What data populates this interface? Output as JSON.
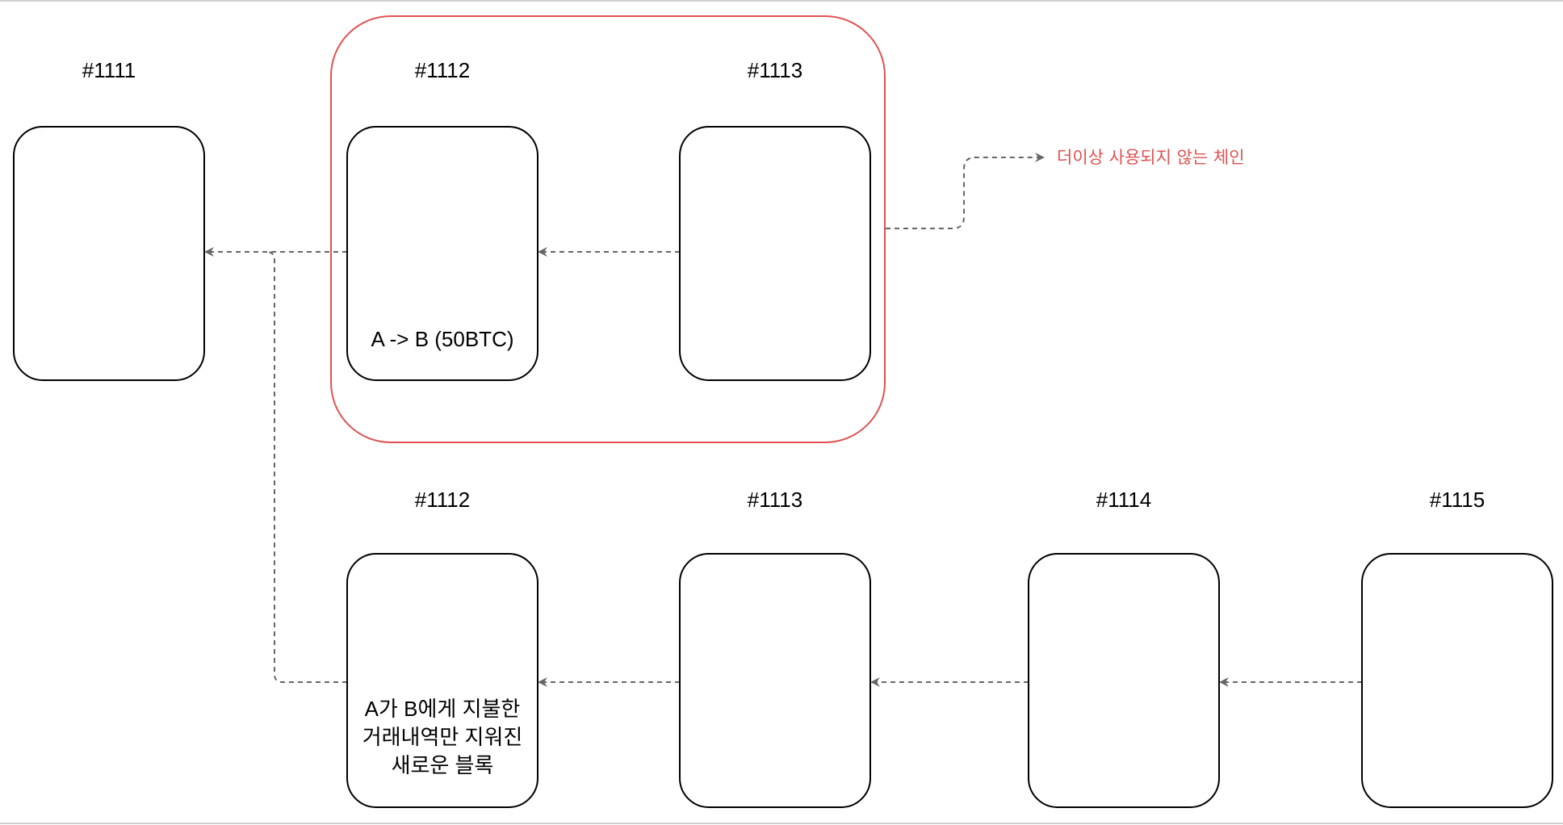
{
  "colors": {
    "highlight": "#e05252",
    "edge": "#666666",
    "block_border": "#000000"
  },
  "orphan_chain": {
    "blocks": [
      {
        "label": "#1111",
        "text": ""
      },
      {
        "label": "#1112",
        "text": "A -> B (50BTC)"
      },
      {
        "label": "#1113",
        "text": ""
      }
    ],
    "annotation": "더이상 사용되지 않는 체인"
  },
  "main_chain": {
    "blocks": [
      {
        "label": "#1112",
        "lines": [
          "A가 B에게 지불한",
          "거래내역만 지워진",
          "새로운 블록"
        ]
      },
      {
        "label": "#1113"
      },
      {
        "label": "#1114"
      },
      {
        "label": "#1115"
      }
    ]
  }
}
